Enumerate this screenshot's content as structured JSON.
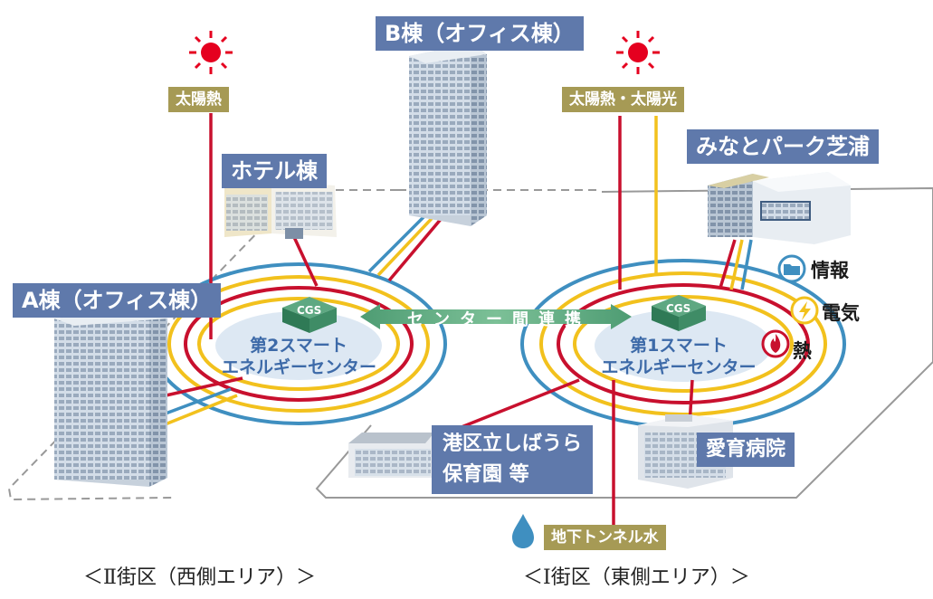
{
  "buildings": {
    "b_tower": "B棟（オフィス棟）",
    "a_tower": "A棟（オフィス棟）",
    "hotel": "ホテル棟",
    "minato_park": "みなとパーク芝浦",
    "nursery": [
      "港区立しばうら",
      "保育園 等"
    ],
    "hospital": "愛育病院"
  },
  "energy_sources": {
    "solar_heat": "太陽熱",
    "solar_heat_power": "太陽熱・太陽光",
    "tunnel_water": "地下トンネル水"
  },
  "centers": {
    "cgs_label": "CGS",
    "second": [
      "第2スマート",
      "エネルギーセンター"
    ],
    "first": [
      "第1スマート",
      "エネルギーセンター"
    ],
    "link": "センター間連携"
  },
  "legend": {
    "info": "情報",
    "electricity": "電気",
    "heat": "熱"
  },
  "captions": {
    "west": "＜Ⅱ街区（西側エリア）＞",
    "east": "＜Ⅰ街区（東側エリア）＞"
  },
  "colors": {
    "info_line": "#3f8fc0",
    "electricity_line": "#f2c11d",
    "heat_line": "#c8102e",
    "label_blue": "#5f79ab",
    "label_olive": "#a69a55",
    "link_arrow": "#5faa7e"
  }
}
